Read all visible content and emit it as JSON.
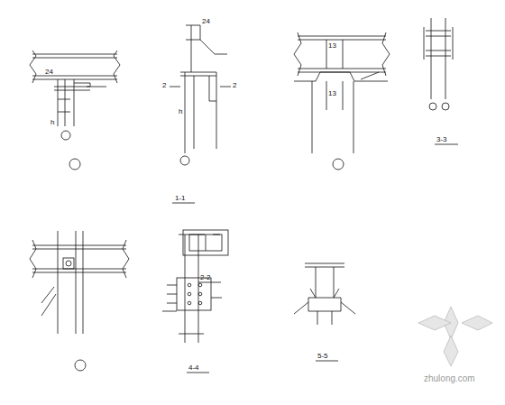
{
  "diagram": {
    "labels": [
      "1-1",
      "2-2",
      "3-3",
      "4-4",
      "5-5",
      "13",
      "13",
      "2",
      "2",
      "h",
      "h",
      "24",
      "24",
      "zhulong.com"
    ]
  }
}
